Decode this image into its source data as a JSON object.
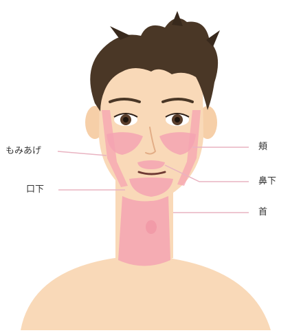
{
  "labels": {
    "sideburns": "もみあげ",
    "under_mouth": "口下",
    "cheek": "頬",
    "under_nose": "鼻下",
    "neck": "首"
  },
  "colors": {
    "skin": "#f9d9b8",
    "skin_shadow": "#f0c39b",
    "hair": "#4a3726",
    "hair_dark": "#38291c",
    "treatment_area": "#f5a3b1",
    "leader_line": "#e9b3c1",
    "label_text": "#333333"
  }
}
